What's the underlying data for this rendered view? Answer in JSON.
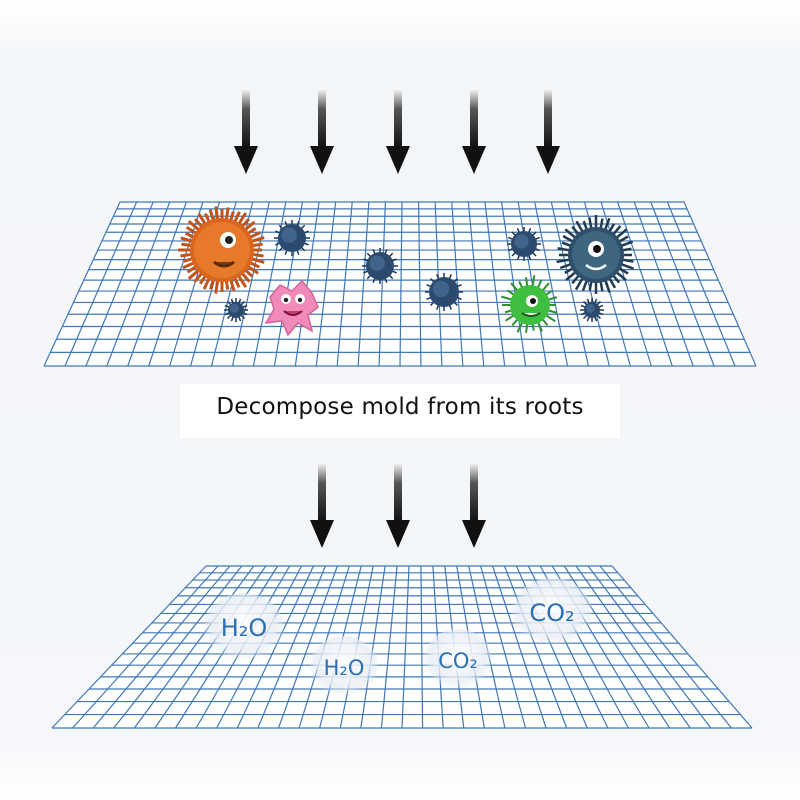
{
  "caption": "Decompose mold from its roots",
  "molecules": [
    {
      "label": "H₂O"
    },
    {
      "label": "H₂O"
    },
    {
      "label": "CO₂"
    },
    {
      "label": "CO₂"
    }
  ],
  "colors": {
    "grid_line": "#3f78b8",
    "arrow": "#111111",
    "mold_orange": "#d9661c",
    "mold_dark": "#2f4f6b",
    "mold_pink": "#f08ab8",
    "mold_green": "#3fbf3f",
    "molecule_text": "#2d6fb3"
  }
}
